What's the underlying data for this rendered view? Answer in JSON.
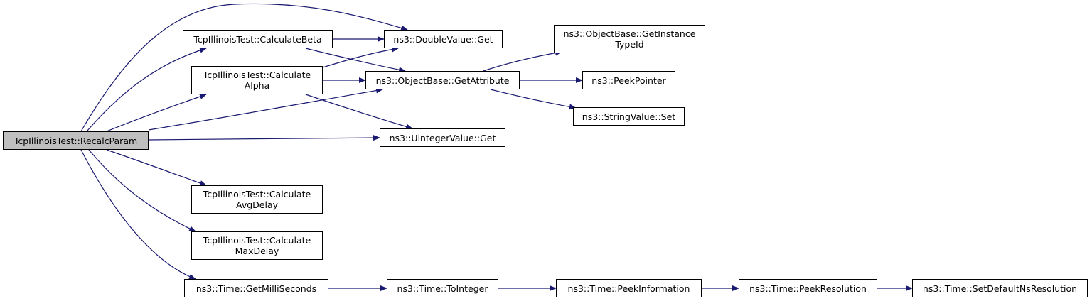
{
  "colors": {
    "edge": "#191970",
    "root_fill": "#bfbfbf",
    "node_fill": "#ffffff",
    "node_border": "#000000"
  },
  "nodes": {
    "recalc_param": {
      "line1": "TcpIllinoisTest::RecalcParam",
      "line2": ""
    },
    "calculate_beta": {
      "line1": "TcpIllinoisTest::CalculateBeta",
      "line2": ""
    },
    "calculate_alpha": {
      "line1": "TcpIllinoisTest::Calculate",
      "line2": "Alpha"
    },
    "calculate_avg_delay": {
      "line1": "TcpIllinoisTest::Calculate",
      "line2": "AvgDelay"
    },
    "calculate_max_delay": {
      "line1": "TcpIllinoisTest::Calculate",
      "line2": "MaxDelay"
    },
    "time_get_milliseconds": {
      "line1": "ns3::Time::GetMilliSeconds",
      "line2": ""
    },
    "doublevalue_get": {
      "line1": "ns3::DoubleValue::Get",
      "line2": ""
    },
    "objectbase_getattribute": {
      "line1": "ns3::ObjectBase::GetAttribute",
      "line2": ""
    },
    "uintegervalue_get": {
      "line1": "ns3::UintegerValue::Get",
      "line2": ""
    },
    "time_tointeger": {
      "line1": "ns3::Time::ToInteger",
      "line2": ""
    },
    "objectbase_getinstancetypeid": {
      "line1": "ns3::ObjectBase::GetInstance",
      "line2": "TypeId"
    },
    "peekpointer": {
      "line1": "ns3::PeekPointer",
      "line2": ""
    },
    "stringvalue_set": {
      "line1": "ns3::StringValue::Set",
      "line2": ""
    },
    "time_peekinformation": {
      "line1": "ns3::Time::PeekInformation",
      "line2": ""
    },
    "time_peekresolution": {
      "line1": "ns3::Time::PeekResolution",
      "line2": ""
    },
    "time_setdefaultnsresolution": {
      "line1": "ns3::Time::SetDefaultNsResolution",
      "line2": ""
    }
  }
}
